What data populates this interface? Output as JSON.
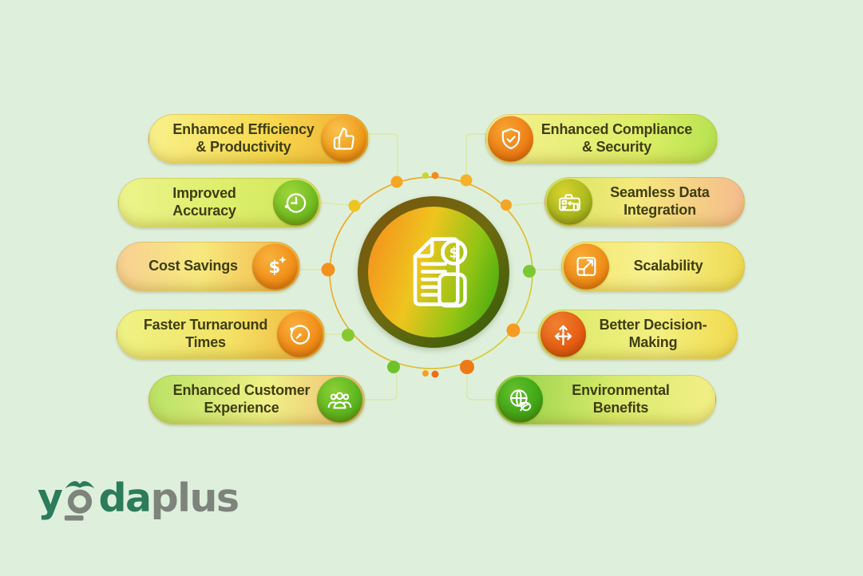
{
  "colors": {
    "background": "#def0dc",
    "pill_text": "#3f3e10",
    "connector": "#dce8ad",
    "logo_green": "#2c7b5a",
    "logo_gray": "#7e837c",
    "icon_stroke": "#ffffff",
    "accent_orange": "#f09a18",
    "accent_green": "#55b31c",
    "accent_yellow": "#f0d01e"
  },
  "center": {
    "icon": "invoice-document-dollar-icon"
  },
  "glyphs": {
    "dollar": "$"
  },
  "pills": {
    "left": [
      {
        "label": "Enhamced Efficiency & Productivity",
        "icon": "thumbs-up-icon"
      },
      {
        "label": "Improved Accuracy",
        "icon": "gauge-clock-icon"
      },
      {
        "label": "Cost Savings",
        "icon": "dollar-sparkle-icon"
      },
      {
        "label": "Faster Turnaround Times",
        "icon": "stopwatch-icon"
      },
      {
        "label": "Enhanced Customer Experience",
        "icon": "people-group-icon"
      }
    ],
    "right": [
      {
        "label": "Enhanced Compliance & Security",
        "icon": "shield-check-icon"
      },
      {
        "label": "Seamless Data Integration",
        "icon": "data-scanner-icon"
      },
      {
        "label": "Scalability",
        "icon": "expand-arrow-icon"
      },
      {
        "label": "Better Decision-Making",
        "icon": "direction-arrows-icon"
      },
      {
        "label": "Environmental Benefits",
        "icon": "globe-leaf-icon"
      }
    ]
  },
  "logo": {
    "text": "yodaplus",
    "segment_y": "y",
    "segment_da": "da",
    "segment_plus": "plus"
  }
}
